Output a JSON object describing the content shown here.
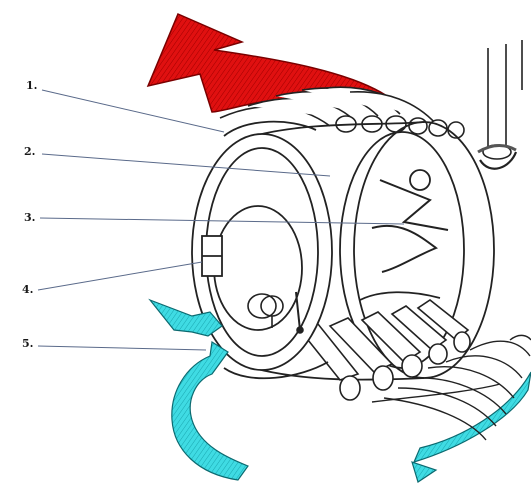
{
  "labels": [
    {
      "id": "label-1",
      "text": "1."
    },
    {
      "id": "label-2",
      "text": "2."
    },
    {
      "id": "label-3",
      "text": "3."
    },
    {
      "id": "label-4",
      "text": "4."
    },
    {
      "id": "label-5",
      "text": "5."
    }
  ],
  "colors": {
    "hot_air": "#e01010",
    "hot_air_dark": "#7a0000",
    "cold_air": "#38d8e0",
    "cold_air_dark": "#0c6a70",
    "line": "#222222",
    "leader": "#5a6a8a"
  },
  "icons": [
    "hot-air-outflow-arrow",
    "cold-air-inflow-arrow",
    "chimney-pipe",
    "burner-door",
    "air-valve"
  ]
}
